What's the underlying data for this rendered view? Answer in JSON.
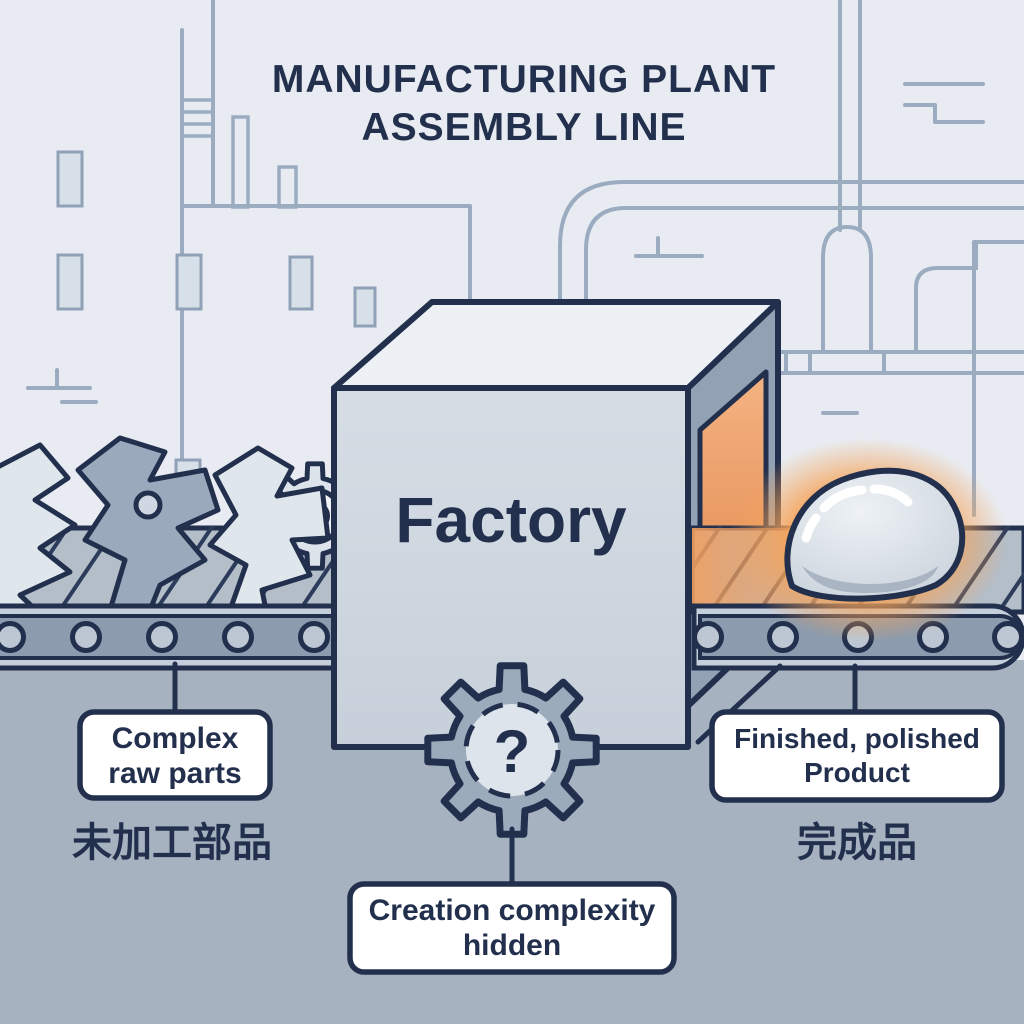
{
  "diagram": {
    "title": {
      "line1": "MANUFACTURING PLANT",
      "line2": "ASSEMBLY LINE"
    },
    "factory": {
      "label": "Factory"
    },
    "process_gear": {
      "glyph": "?"
    },
    "input_label": {
      "line1": "Complex",
      "line2": "raw parts",
      "caption": "未加工部品"
    },
    "output_label": {
      "line1": "Finished, polished",
      "line2": "Product",
      "caption": "完成品"
    },
    "hidden_label": {
      "line1": "Creation complexity",
      "line2": "hidden"
    }
  },
  "colors": {
    "navy": "#22304e",
    "orange": "#f0a572",
    "glow": "#f6a35e",
    "bg_top": "#e8ecf2",
    "bg_bottom": "#a6b2c0",
    "line_art": "#9bacc1",
    "factory_front": "#ccd4dd",
    "factory_top": "#edf1f6",
    "factory_side": "#92a1b3",
    "belt_hatch": "#b3bec9",
    "belt_band": "#8c9bad",
    "label_bg": "#ffffff"
  }
}
